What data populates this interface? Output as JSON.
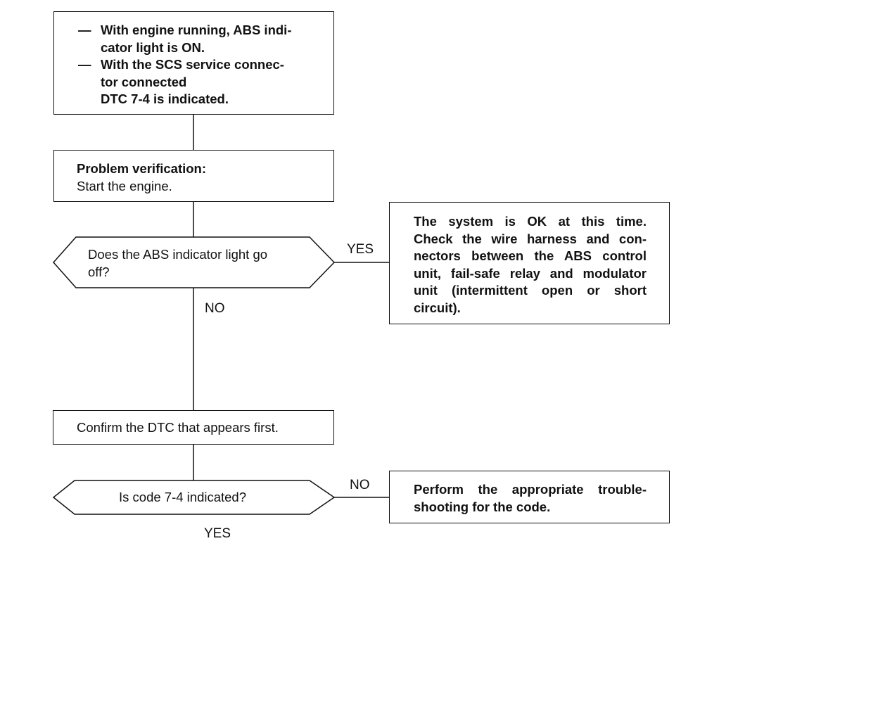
{
  "start_box": {
    "bullets": [
      {
        "dash": "—",
        "lines": [
          "With engine running, ABS indi-",
          "cator light is ON."
        ]
      },
      {
        "dash": "—",
        "lines": [
          "With the SCS service connec-",
          "tor connected"
        ]
      }
    ],
    "trailing_line": "DTC 7-4 is indicated."
  },
  "verify_box": {
    "title": "Problem verification:",
    "body": "Start the engine."
  },
  "decision_1": {
    "lines": [
      "Does the ABS indicator light go",
      "off?"
    ],
    "yes_label": "YES",
    "no_label": "NO"
  },
  "ok_box": {
    "lines": [
      "The system is OK at this time.",
      "Check the wire harness and con-",
      "nectors between the ABS control",
      "unit, fail-safe relay and modulator",
      "unit (intermittent open or short",
      "circuit)."
    ]
  },
  "confirm_box": {
    "text": "Confirm the DTC that appears first."
  },
  "decision_2": {
    "text": "Is code 7-4 indicated?",
    "no_label": "NO",
    "yes_label": "YES"
  },
  "trouble_box": {
    "lines": [
      "Perform the appropriate trouble-",
      "shooting for the code."
    ]
  }
}
